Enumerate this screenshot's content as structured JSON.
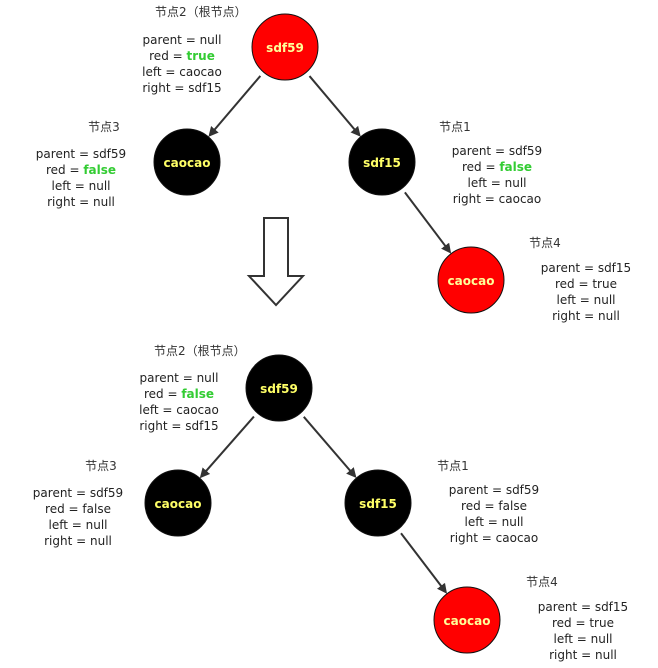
{
  "colors": {
    "red_node": "#ff0000",
    "black_node": "#000000",
    "node_text_on_red": "#ffff99",
    "node_text_on_black": "#ffff66",
    "highlight": "#33cc33",
    "edge": "#333333"
  },
  "transition_arrow": {
    "icon": "down-arrow-icon",
    "direction": "down"
  },
  "diagrams": [
    {
      "id": "before",
      "nodes": [
        {
          "id": "n2",
          "color": "red",
          "value": "sdf59",
          "title": "节点2（根节点）",
          "fields": [
            {
              "text": "parent = null"
            },
            {
              "prefix": "red = ",
              "value": "true",
              "highlight": true
            },
            {
              "text": "left = caocao"
            },
            {
              "text": "right = sdf15"
            }
          ]
        },
        {
          "id": "n3",
          "color": "black",
          "value": "caocao",
          "title": "节点3",
          "fields": [
            {
              "text": "parent = sdf59"
            },
            {
              "prefix": "red = ",
              "value": "false",
              "highlight": true
            },
            {
              "text": "left = null"
            },
            {
              "text": "right = null"
            }
          ]
        },
        {
          "id": "n1",
          "color": "black",
          "value": "sdf15",
          "title": "节点1",
          "fields": [
            {
              "text": "parent = sdf59"
            },
            {
              "prefix": "red = ",
              "value": "false",
              "highlight": true
            },
            {
              "text": "left = null"
            },
            {
              "text": "right = caocao"
            }
          ]
        },
        {
          "id": "n4",
          "color": "red",
          "value": "caocao",
          "title": "节点4",
          "fields": [
            {
              "text": "parent = sdf15"
            },
            {
              "text": "red = true"
            },
            {
              "text": "left = null"
            },
            {
              "text": "right = null"
            }
          ]
        }
      ]
    },
    {
      "id": "after",
      "nodes": [
        {
          "id": "n2",
          "color": "black",
          "value": "sdf59",
          "title": "节点2（根节点）",
          "fields": [
            {
              "text": "parent = null"
            },
            {
              "prefix": "red = ",
              "value": "false",
              "highlight": true
            },
            {
              "text": "left = caocao"
            },
            {
              "text": "right = sdf15"
            }
          ]
        },
        {
          "id": "n3",
          "color": "black",
          "value": "caocao",
          "title": "节点3",
          "fields": [
            {
              "text": "parent = sdf59"
            },
            {
              "text": "red = false"
            },
            {
              "text": "left = null"
            },
            {
              "text": "right = null"
            }
          ]
        },
        {
          "id": "n1",
          "color": "black",
          "value": "sdf15",
          "title": "节点1",
          "fields": [
            {
              "text": "parent = sdf59"
            },
            {
              "text": "red = false"
            },
            {
              "text": "left = null"
            },
            {
              "text": "right = caocao"
            }
          ]
        },
        {
          "id": "n4",
          "color": "red",
          "value": "caocao",
          "title": "节点4",
          "fields": [
            {
              "text": "parent = sdf15"
            },
            {
              "text": "red = true"
            },
            {
              "text": "left = null"
            },
            {
              "text": "right = null"
            }
          ]
        }
      ]
    }
  ]
}
